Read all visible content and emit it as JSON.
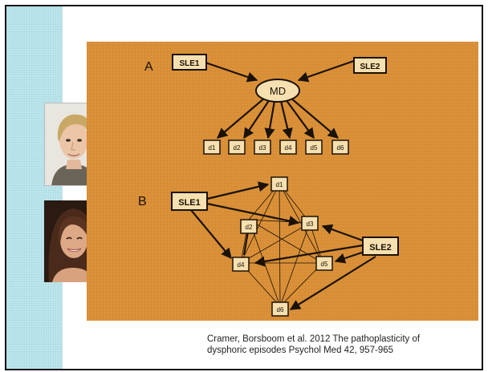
{
  "diagram": {
    "panel_a": {
      "label": "A",
      "nodes": {
        "sle1": "SLE1",
        "sle2": "SLE2",
        "md": "MD",
        "d1": "d1",
        "d2": "d2",
        "d3": "d3",
        "d4": "d4",
        "d5": "d5",
        "d6": "d6"
      }
    },
    "panel_b": {
      "label": "B",
      "nodes": {
        "sle1": "SLE1",
        "sle2": "SLE2",
        "d1": "d1",
        "d2": "d2",
        "d3": "d3",
        "d4": "d4",
        "d5": "d5",
        "d6": "d6"
      }
    }
  },
  "caption": {
    "line1": "Cramer, Borsboom  et al. 2012 The pathoplasticity of",
    "line2": "dysphoric episodes Psychol Med 42, 957-965"
  },
  "colors": {
    "panel_background": "#d98f37",
    "side_strip": "#bfe6ec",
    "node_fill": "#f6e0b0",
    "ink": "#1a1208"
  }
}
